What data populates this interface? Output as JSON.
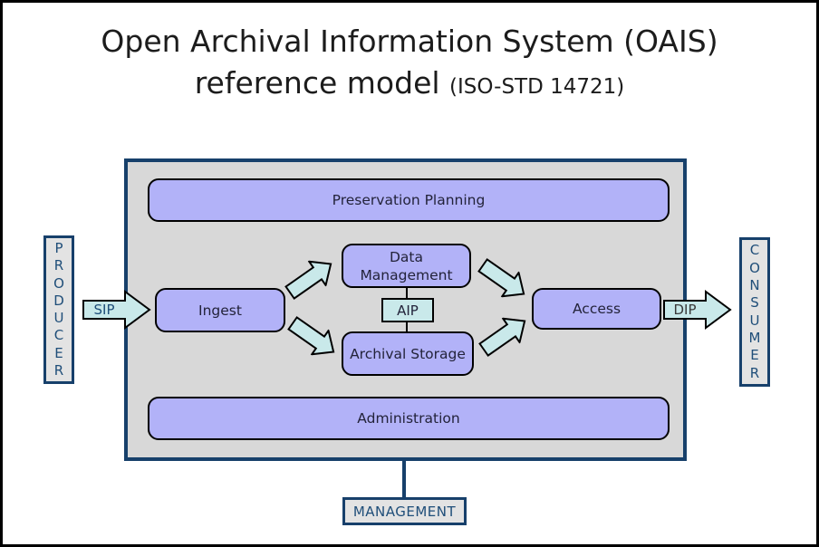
{
  "title": {
    "line1": "Open Archival Information System (OAIS)",
    "line2": "reference model",
    "line2_suffix": "(ISO-STD 14721)"
  },
  "functions": {
    "preservation_planning": "Preservation Planning",
    "data_management": "Data Management",
    "ingest": "Ingest",
    "archival_storage": "Archival Storage",
    "access": "Access",
    "administration": "Administration"
  },
  "entities": {
    "producer": "PRODUCER",
    "consumer": "CONSUMER",
    "management": "MANAGEMENT"
  },
  "packages": {
    "sip": "SIP",
    "aip": "AIP",
    "dip": "DIP"
  },
  "colors": {
    "function_box_fill": "#b2b2f8",
    "package_fill": "#c9e9ea",
    "boundary_fill": "#d8d8d8",
    "navy_border": "#17406b",
    "navy_text": "#1f4e79",
    "outline_black": "#000000"
  }
}
